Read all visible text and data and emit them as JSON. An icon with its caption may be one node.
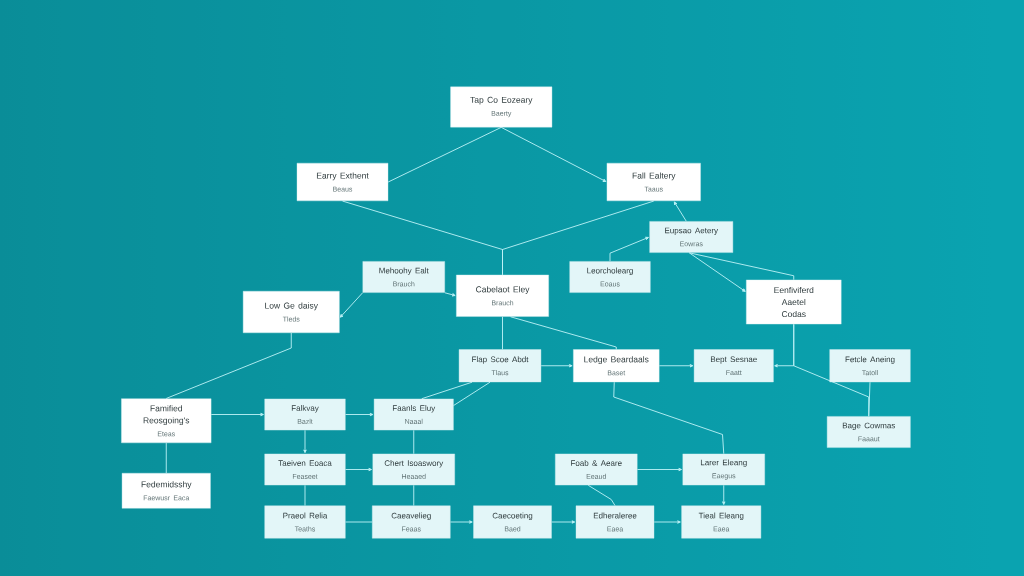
{
  "diagram": {
    "nodes": [
      {
        "text": [
          "Tap Co Eozeary",
          "Baerty"
        ]
      },
      {
        "text": [
          "Earry Exthent",
          "Beaus"
        ]
      },
      {
        "text": [
          "Fall Ealtery",
          "Taaus"
        ]
      },
      {
        "text": [
          "Eupsao Aetery",
          "Eowras"
        ]
      },
      {
        "text": [
          "Leorcholearg",
          "Eoaus"
        ]
      },
      {
        "text": [
          "Mehoohy Ealt",
          "Brauch"
        ]
      },
      {
        "text": [
          "Cabelaot Eley",
          "Brauch"
        ]
      },
      {
        "text": [
          "Eenfiviferd Aaetel Codas"
        ]
      },
      {
        "text": [
          "Low Ge daisy",
          "Tleds"
        ]
      },
      {
        "text": [
          "Flap Scoe Abdt",
          "Tlaus"
        ]
      },
      {
        "text": [
          "Ledge Beardaals",
          "Baset"
        ]
      },
      {
        "text": [
          "Bept Sesnae",
          "Faatt"
        ]
      },
      {
        "text": [
          "Fetcle Aneing",
          "Tatoll"
        ]
      },
      {
        "text": [
          "Famified Reosgoing's",
          "Eteas"
        ]
      },
      {
        "text": [
          "Falkvay",
          "Bazlt"
        ]
      },
      {
        "text": [
          "Faanls Eluy",
          "Naaal"
        ]
      },
      {
        "text": [
          "Bage Cowmas",
          "Faaaut"
        ]
      },
      {
        "text": [
          "Fedemidsshy",
          "Faewusr Eaca"
        ]
      },
      {
        "text": [
          "Taeiven Eoaca",
          "Feaseet"
        ]
      },
      {
        "text": [
          "Chert Isoaswory",
          "Heaaed"
        ]
      },
      {
        "text": [
          "Foab & Aeare",
          "Eeaud"
        ]
      },
      {
        "text": [
          "Larer Eleang",
          "Eaegus"
        ]
      },
      {
        "text": [
          "Praeol Relia",
          "Teaths"
        ]
      },
      {
        "text": [
          "Caeavelieg",
          "Feaas"
        ]
      },
      {
        "text": [
          "Caecoeting",
          "Baed"
        ]
      },
      {
        "text": [
          "Edheraleree",
          "Eaea"
        ]
      },
      {
        "text": [
          "Tieal Eleang",
          "Eaea"
        ]
      }
    ],
    "edges": [
      {
        "from": 0,
        "to": 1,
        "arrow": "none"
      },
      {
        "from": 0,
        "to": 2,
        "arrow": "to"
      },
      {
        "from": 1,
        "to": 6,
        "arrow": "none"
      },
      {
        "from": 2,
        "to": 6,
        "arrow": "none"
      },
      {
        "from": 3,
        "to": 2,
        "arrow": "to"
      },
      {
        "from": 4,
        "to": 3,
        "arrow": "to"
      },
      {
        "from": 3,
        "to": 7,
        "arrow": "to"
      },
      {
        "from": 3,
        "to": 7,
        "arrow": "none"
      },
      {
        "from": 5,
        "to": 8,
        "arrow": "to"
      },
      {
        "from": 5,
        "to": 6,
        "arrow": "to"
      },
      {
        "from": 8,
        "to": 13,
        "arrow": "none"
      },
      {
        "from": 6,
        "to": 9,
        "arrow": "none"
      },
      {
        "from": 6,
        "to": 10,
        "arrow": "none"
      },
      {
        "from": 9,
        "to": 15,
        "arrow": "none"
      },
      {
        "from": 9,
        "to": 15,
        "arrow": "none"
      },
      {
        "from": 9,
        "to": 10,
        "arrow": "to"
      },
      {
        "from": 10,
        "to": 11,
        "arrow": "to"
      },
      {
        "from": 7,
        "to": 11,
        "arrow": "to"
      },
      {
        "from": 7,
        "to": 16,
        "arrow": "none"
      },
      {
        "from": 12,
        "to": 16,
        "arrow": "none"
      },
      {
        "from": 10,
        "to": 21,
        "arrow": "none"
      },
      {
        "from": 13,
        "to": 14,
        "arrow": "to"
      },
      {
        "from": 13,
        "to": 17,
        "arrow": "none"
      },
      {
        "from": 14,
        "to": 15,
        "arrow": "to"
      },
      {
        "from": 14,
        "to": 18,
        "arrow": "to"
      },
      {
        "from": 15,
        "to": 19,
        "arrow": "none"
      },
      {
        "from": 18,
        "to": 19,
        "arrow": "to"
      },
      {
        "from": 18,
        "to": 22,
        "arrow": "none"
      },
      {
        "from": 19,
        "to": 23,
        "arrow": "none"
      },
      {
        "from": 22,
        "to": 23,
        "arrow": "none"
      },
      {
        "from": 23,
        "to": 24,
        "arrow": "to"
      },
      {
        "from": 24,
        "to": 25,
        "arrow": "to"
      },
      {
        "from": 25,
        "to": 26,
        "arrow": "to"
      },
      {
        "from": 20,
        "to": 21,
        "arrow": "to"
      },
      {
        "from": 20,
        "to": 25,
        "arrow": "none"
      },
      {
        "from": 21,
        "to": 26,
        "arrow": "to"
      }
    ]
  }
}
